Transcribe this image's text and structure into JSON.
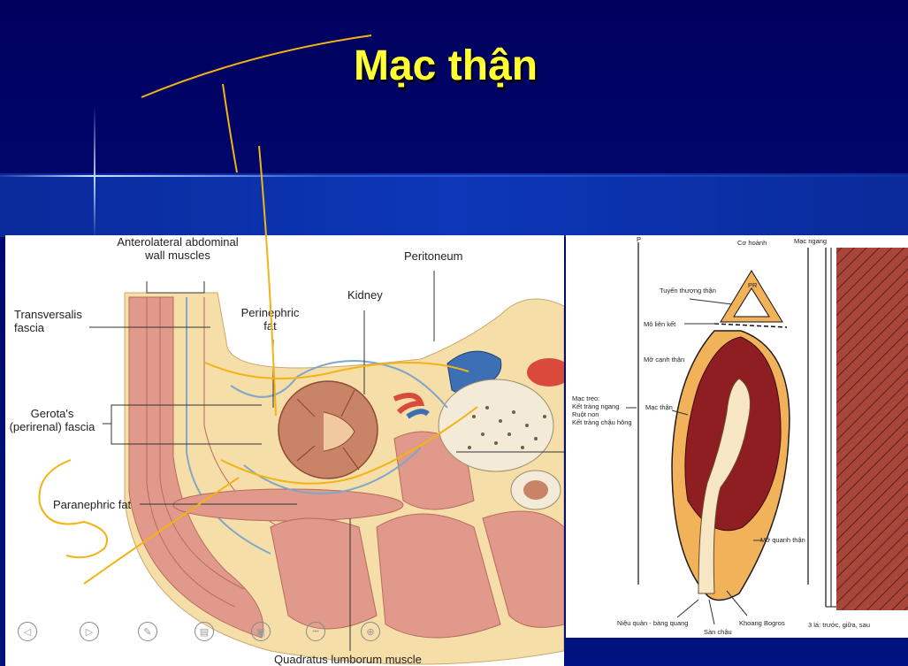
{
  "slide": {
    "title": "Mạc thận"
  },
  "left_figure": {
    "labels": {
      "anterolateral": "Anterolateral abdominal\nwall muscles",
      "peritoneum": "Peritoneum",
      "transversalis": "Transversalis\nfascia",
      "perinephric": "Perinephric\nfat",
      "kidney": "Kidney",
      "gerota": "Gerota's\n(perirenal) fascia",
      "paranephric": "Paranephric fat",
      "quadratus": "Quadratus lumborum muscle"
    }
  },
  "right_figure": {
    "labels": {
      "p": "P",
      "co_hoanh": "Cơ hoành",
      "mac_ngang": "Mạc ngang",
      "tuyen_thuong_than": "Tuyến thượng thận",
      "mo_lien_ket": "Mô liên kết",
      "mo_canh_than": "Mỡ cạnh thận",
      "mac_treo": "Mạc treo:\nKết tràng ngang\nRuột non\nKết tràng chậu hông",
      "mac_than": "Mạc thận",
      "mo_quanh_than": "Mỡ quanh thận",
      "nieu_quan": "Niệu quản - bàng quang",
      "san_chau": "Sàn chậu",
      "khoang_bogros": "Khoang Bogros",
      "ba_la": "3 lá: trước, giữa, sau",
      "pr": "PR"
    }
  },
  "nav": {
    "buttons": [
      {
        "name": "previous-slide-button",
        "glyph": "◁"
      },
      {
        "name": "next-slide-button",
        "glyph": "▷"
      },
      {
        "name": "pen-tool-button",
        "glyph": "✎"
      },
      {
        "name": "slides-view-button",
        "glyph": "▤"
      },
      {
        "name": "pointer-options-button",
        "glyph": "▣"
      },
      {
        "name": "more-options-button",
        "glyph": "•••"
      },
      {
        "name": "zoom-button",
        "glyph": "⊕"
      }
    ]
  },
  "colors": {
    "title": "#ffff33",
    "background": "#00005e",
    "annotation_ink": "#f2b315",
    "muscle": "#e0998a",
    "fat": "#f6dea8",
    "kidney": "#c98366",
    "vessel_blue": "#3d6fb5",
    "kidney_dark": "#8e1e22",
    "hatch": "#a8463a"
  }
}
